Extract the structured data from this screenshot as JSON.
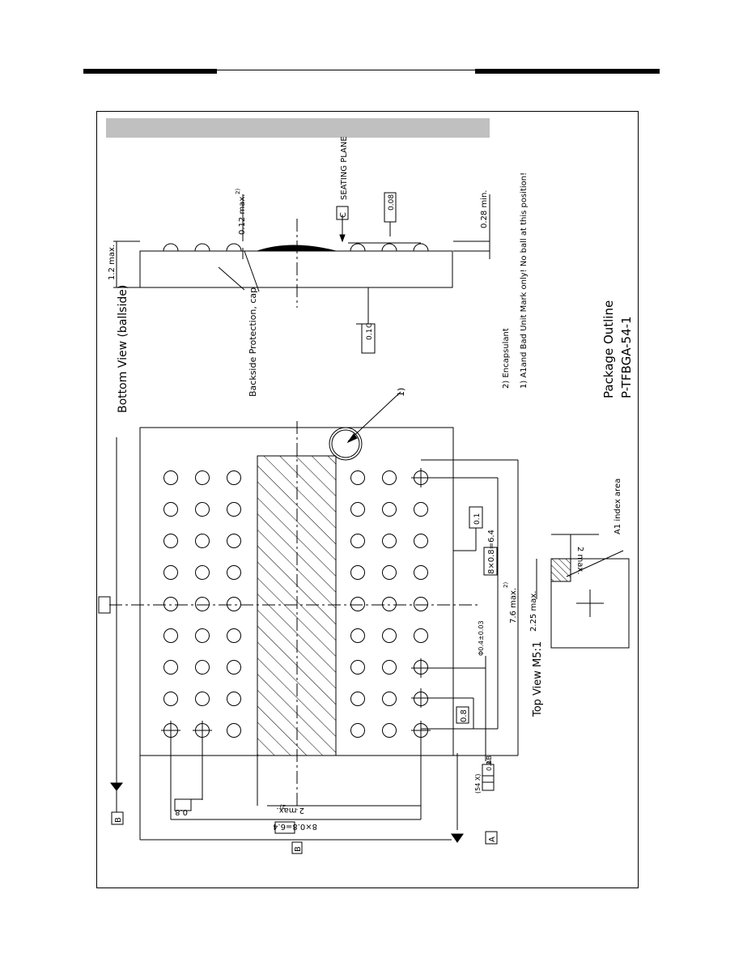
{
  "page": {
    "header_colors": {
      "rule": "#000000",
      "title_bar": "#c0c0c0"
    }
  },
  "drawing": {
    "title": "Package Outline",
    "part_number": "P-TFBGA-54-1",
    "bottom_view_label": "Bottom View (ballside)",
    "top_view_label": "Top View M5:1",
    "backside_label": "Backside Protection, cap",
    "seating_plane_label": "SEATING PLANE",
    "a1_index_label": "A1 index area",
    "notes": [
      "1) A1and Bad Unit Mark only! No ball at this position!",
      "2) Encapsulant"
    ],
    "marker_1": "1)",
    "datums": {
      "a": "A",
      "b": "B",
      "c": "C"
    },
    "dimensions": {
      "height_max": "1.2 max.",
      "standoff_max": "0.12 max.",
      "standoff_sup": "2)",
      "ball_height_min": "0.28 min.",
      "coplanarity": "0.08",
      "parallelism": "0.1",
      "parallelism_ref": "C",
      "flatness": "0.1",
      "ball_diameter": "Φ0.4±0.03",
      "pitch": "0.8",
      "pitch_rows": "0.8",
      "row_span": "8×0.8=6.4",
      "col_span": "8×0.8=6.4",
      "body_length": "7.6 max.",
      "body_length_sup": "2)",
      "cap_width": "2 max.",
      "cap_width_sup": "2)",
      "ball_count": "(54 X)",
      "position_tol": "0.1",
      "position_ref": "AB",
      "index_width": "2.25 max.",
      "index_height": "2 max."
    }
  }
}
